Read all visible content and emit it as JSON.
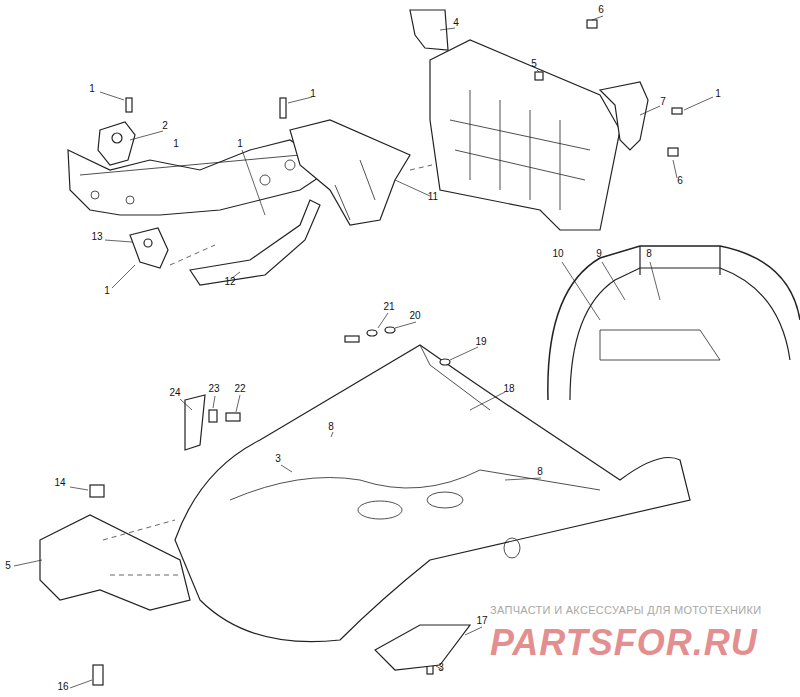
{
  "diagram": {
    "labels": [
      "1",
      "2",
      "1",
      "1",
      "1",
      "13",
      "1",
      "12",
      "11",
      "4",
      "6",
      "5",
      "7",
      "1",
      "6",
      "8",
      "9",
      "10",
      "21",
      "20",
      "19",
      "18",
      "24",
      "23",
      "22",
      "8",
      "3",
      "8",
      "14",
      "5",
      "17",
      "3",
      "16",
      "ЗАПЧАСТИ И АКСЕССУАРЫ ДЛЯ МОТОТЕХНИКИ",
      "PARTSFOR.RU"
    ]
  }
}
